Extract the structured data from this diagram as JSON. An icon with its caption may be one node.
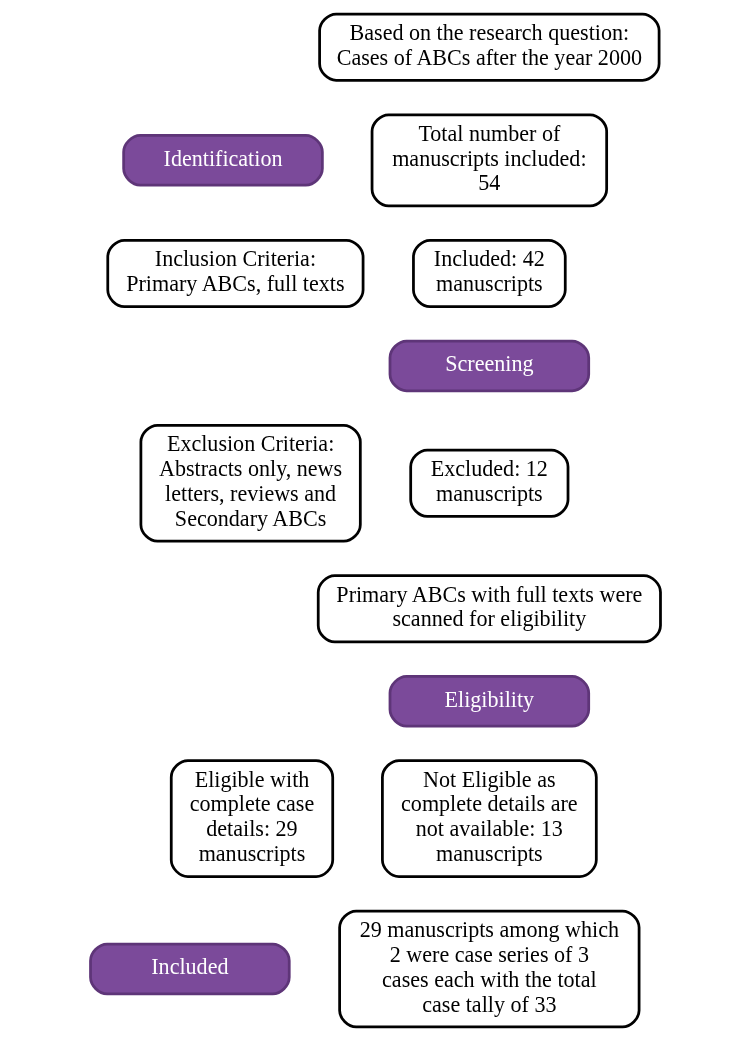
{
  "diagram": {
    "nodes": [
      {
        "text": [
          "Identification"
        ]
      },
      {
        "text": [
          "Based on the research question: Cases of ABCs after the year 2000"
        ]
      },
      {
        "text": [
          "Total number of manuscripts included: 54"
        ]
      },
      {
        "text": [
          "Screening"
        ]
      },
      {
        "text": [
          "Inclusion Criteria: Primary ABCs, full texts"
        ]
      },
      {
        "text": [
          "Included: 42 manuscripts"
        ]
      },
      {
        "text": [
          "Exclusion Criteria: Abstracts only, news letters, reviews and Secondary ABCs"
        ]
      },
      {
        "text": [
          "Excluded: 12 manuscripts"
        ]
      },
      {
        "text": [
          "Eligibility"
        ]
      },
      {
        "text": [
          "Primary ABCs with full texts were scanned for eligibility"
        ]
      },
      {
        "text": [
          "Eligible with complete case details: 29 manuscripts"
        ]
      },
      {
        "text": [
          "Not Eligible as complete details are not available: 13 manuscripts"
        ]
      },
      {
        "text": [
          "Included"
        ]
      },
      {
        "text": [
          "29 manuscripts among which 2 were case series of 3 cases each with the total case tally of 33"
        ]
      }
    ]
  }
}
